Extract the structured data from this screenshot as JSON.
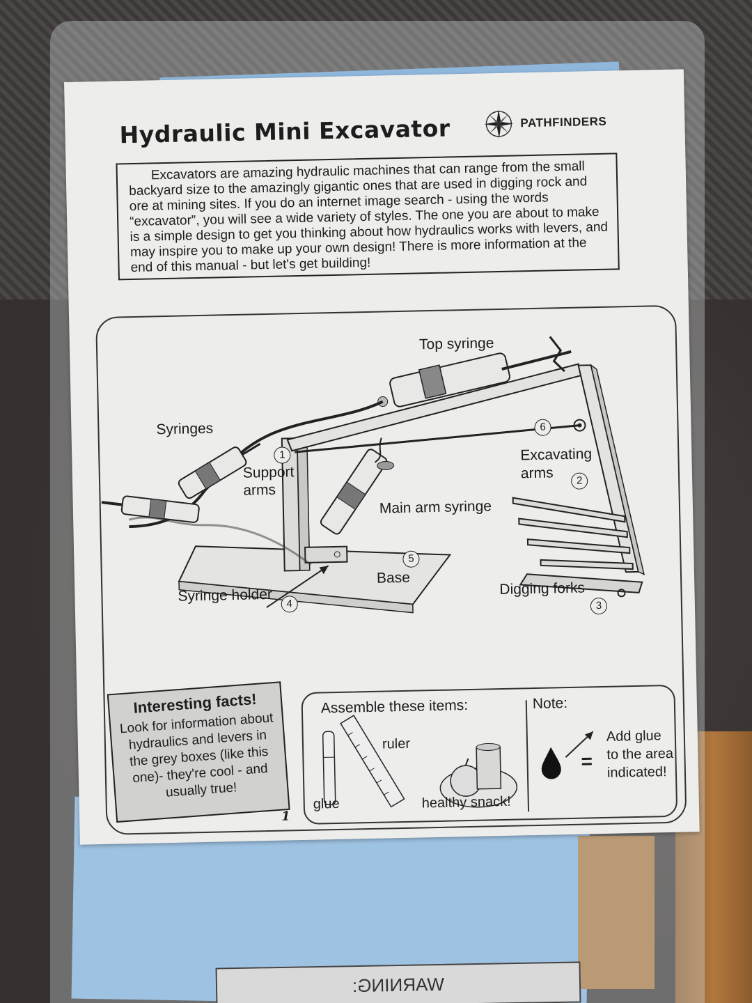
{
  "manual": {
    "title": "Hydraulic Mini Excavator",
    "brand": "PATHFINDERS",
    "intro": "Excavators are amazing hydraulic machines that can range from the small backyard size to the amazingly gigantic ones that are used in digging rock and ore at mining sites. If you do an internet image search - using the words “excavator”, you will see a wide variety of styles.  The one you are about to make is a simple design to get you thinking about how hydraulics works with levers, and may inspire you to make up your own design! There is more information at the end of this manual - but let's get building!",
    "page_number": "1"
  },
  "diagram": {
    "labels": {
      "top_syringe": "Top syringe",
      "syringes": "Syringes",
      "support_arms_1": "Support",
      "support_arms_2": "arms",
      "excavating_arms_1": "Excavating",
      "excavating_arms_2": "arms",
      "main_arm_syringe": "Main arm syringe",
      "base": "Base",
      "syringe_holder": "Syringe holder",
      "digging_forks": "Digging forks"
    },
    "numbers": {
      "support_arms": "1",
      "excavating_arms": "2",
      "digging_forks": "3",
      "syringe_holder": "4",
      "base": "5",
      "arm": "6"
    }
  },
  "facts": {
    "heading": "Interesting facts!",
    "body": "Look for information about hydraulics and levers in the grey boxes (like this one)- they're cool - and usually true!"
  },
  "assemble": {
    "heading": "Assemble these items:",
    "items": [
      "glue",
      "ruler",
      "healthy snack!"
    ]
  },
  "note": {
    "heading": "Note:",
    "symbol": "=",
    "text": "Add glue to the area indicated!"
  },
  "package": {
    "warning_text": "WARNING:"
  }
}
